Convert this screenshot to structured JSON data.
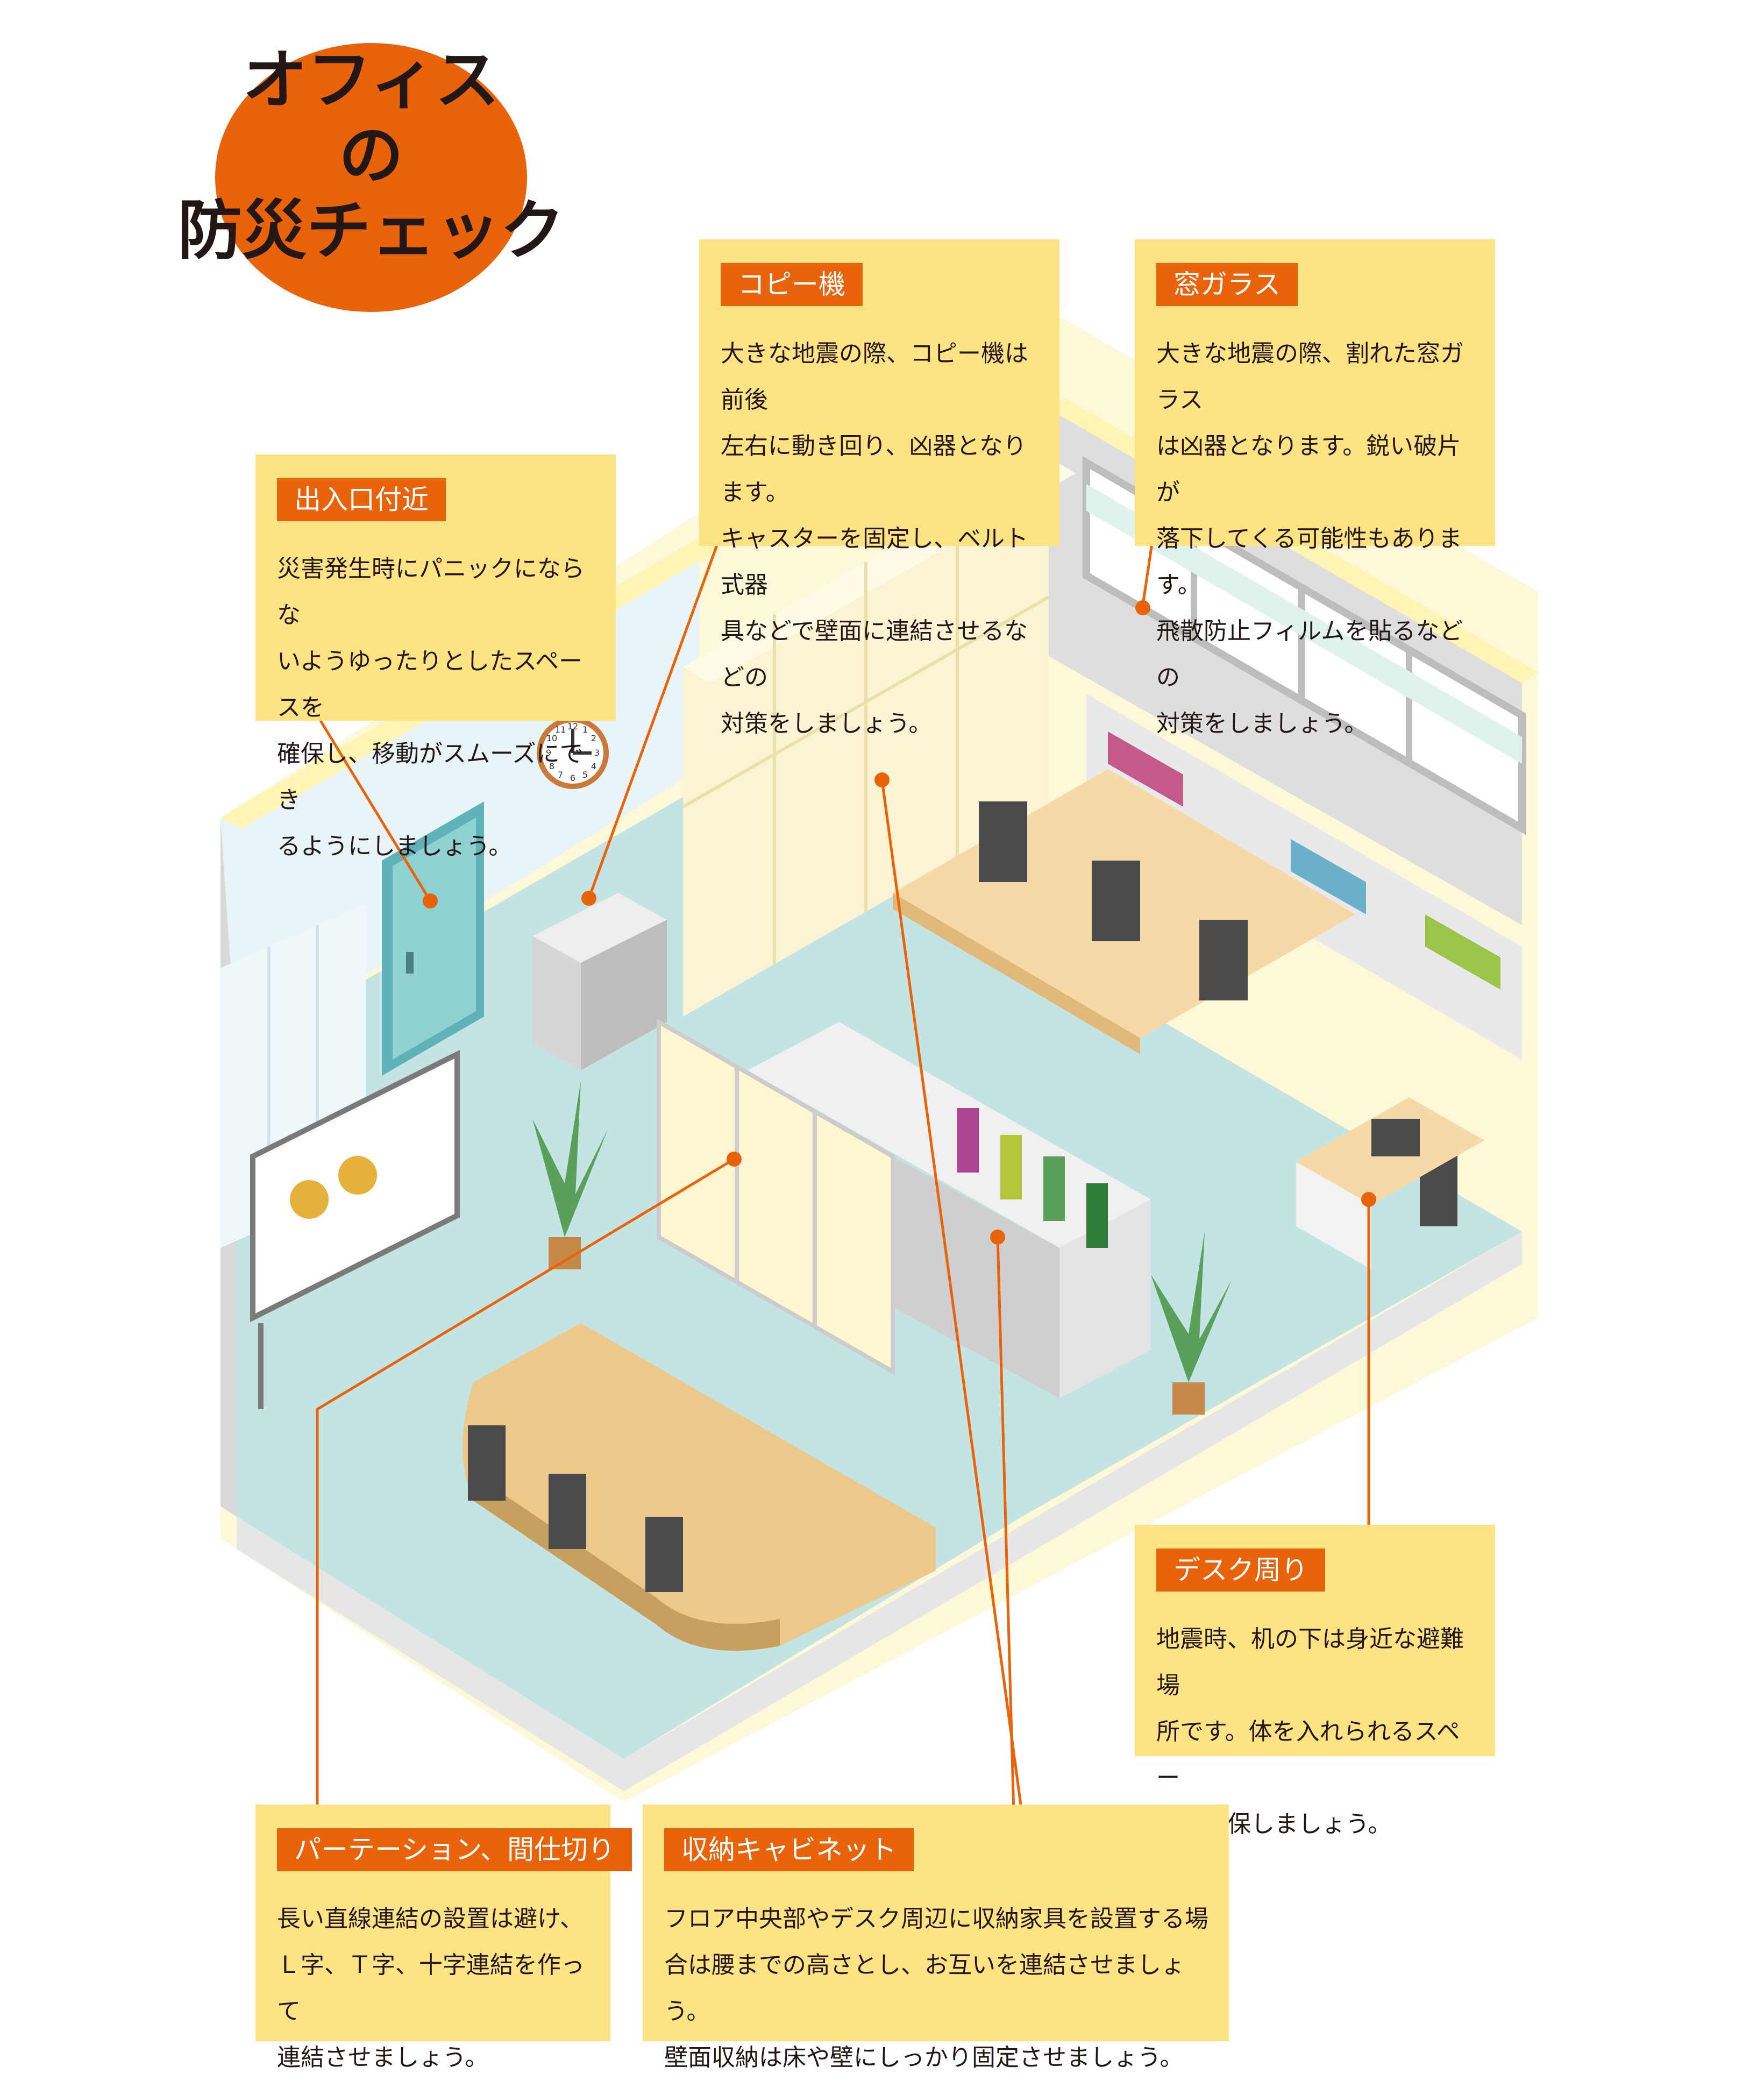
{
  "title": {
    "line1": "オフィス",
    "line2": "の",
    "line3": "防災チェック"
  },
  "clock": {
    "numerals": [
      "12",
      "1",
      "2",
      "3",
      "4",
      "5",
      "6",
      "7",
      "8",
      "9",
      "10",
      "11"
    ]
  },
  "colors": {
    "accent": "#e8630a",
    "card": "#fde383",
    "floor": "#bfe3e0",
    "wall": "#fdf8d8",
    "text": "#231815"
  },
  "cards": {
    "entrance": {
      "label": "出入口付近",
      "text": "災害発生時にパニックにならな\nいようゆったりとしたスペースを\n確保し、移動がスムーズにでき\nるようにしましょう。"
    },
    "copier": {
      "label": "コピー機",
      "text": "大きな地震の際、コピー機は前後\n左右に動き回り、凶器となります。\nキャスターを固定し、ベルト式器\n具などで壁面に連結させるなどの\n対策をしましょう。"
    },
    "window": {
      "label": "窓ガラス",
      "text": "大きな地震の際、割れた窓ガラス\nは凶器となります。鋭い破片が\n落下してくる可能性もあります。\n飛散防止フィルムを貼るなどの\n対策をしましょう。"
    },
    "desk": {
      "label": "デスク周り",
      "text": "地震時、机の下は身近な避難場\n所です。体を入れられるスペー\nスを確保しましょう。"
    },
    "partition": {
      "label": "パーテーション、間仕切り",
      "text": "長い直線連結の設置は避け、\nＬ字、Ｔ字、十字連結を作って\n連結させましょう。"
    },
    "cabinet": {
      "label": "収納キャビネット",
      "text": "フロア中央部やデスク周辺に収納家具を設置する場\n合は腰までの高さとし、お互いを連結させましょう。\n壁面収納は床や壁にしっかり固定させましょう。"
    }
  }
}
